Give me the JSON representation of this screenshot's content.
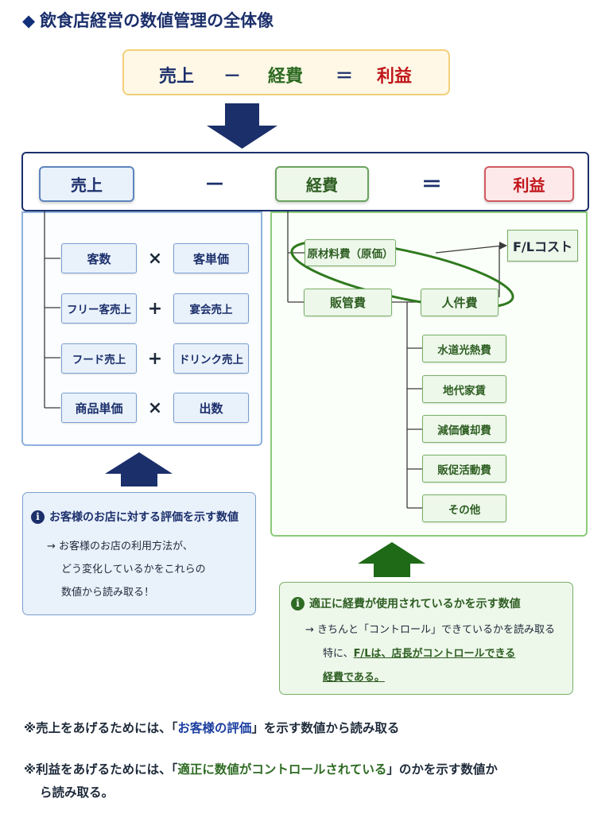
{
  "title": "飲食店経営の数値管理の全体像",
  "formula": {
    "sales": "売上",
    "minus": "－",
    "expenses": "経費",
    "equals": "＝",
    "profit": "利益"
  },
  "header": {
    "sales": "売上",
    "minus": "－",
    "expenses": "経費",
    "equals": "＝",
    "profit": "利益"
  },
  "sales_rows": [
    {
      "left": "客数",
      "op": "×",
      "right": "客単価"
    },
    {
      "left": "フリー客売上",
      "op": "+",
      "right": "宴会売上"
    },
    {
      "left": "フード売上",
      "op": "+",
      "right": "ドリンク売上"
    },
    {
      "left": "商品単価",
      "op": "×",
      "right": "出数"
    }
  ],
  "expense_items": {
    "raw": "原材料費（原価）",
    "sga": "販管費",
    "labor": "人件費",
    "fl": "F/Lコスト",
    "sub": [
      "水道光熱費",
      "地代家賃",
      "減価償却費",
      "販促活動費",
      "その他"
    ]
  },
  "info_left": {
    "icon": "i",
    "title": "お客様のお店に対する評価を示す数値",
    "lines": [
      "→ お客様のお店の利用方法が、",
      "どう変化しているかをこれらの",
      "数値から読み取る！"
    ]
  },
  "info_right": {
    "icon": "i",
    "title": "適正に経費が使用されているかを示す数値",
    "line1": "→ きちんと「コントロール」できているかを読み取る",
    "line2_prefix": "特に、",
    "line2_underlined": "F/Lは、店長がコントロールできる",
    "line3_underlined": "経費である。"
  },
  "notes": [
    {
      "prefix": "※売上をあげるためには、「",
      "highlight": "お客様の評価",
      "suffix": "」を示す数値から読み取る"
    },
    {
      "prefix": "※利益をあげるためには、「",
      "highlight": "適正に数値がコントロールされている",
      "suffix": "」のかを示す数値か",
      "line2": "ら読み取る。"
    }
  ],
  "colors": {
    "navy": "#1b2f6b",
    "green": "#2e6b23",
    "red": "#c0161b",
    "formula_bg": "#fff8e6"
  },
  "icons": [
    "info-icon",
    "down-arrow-icon",
    "up-arrow-icon",
    "right-arrow-icon",
    "diamond-bullet-icon"
  ]
}
